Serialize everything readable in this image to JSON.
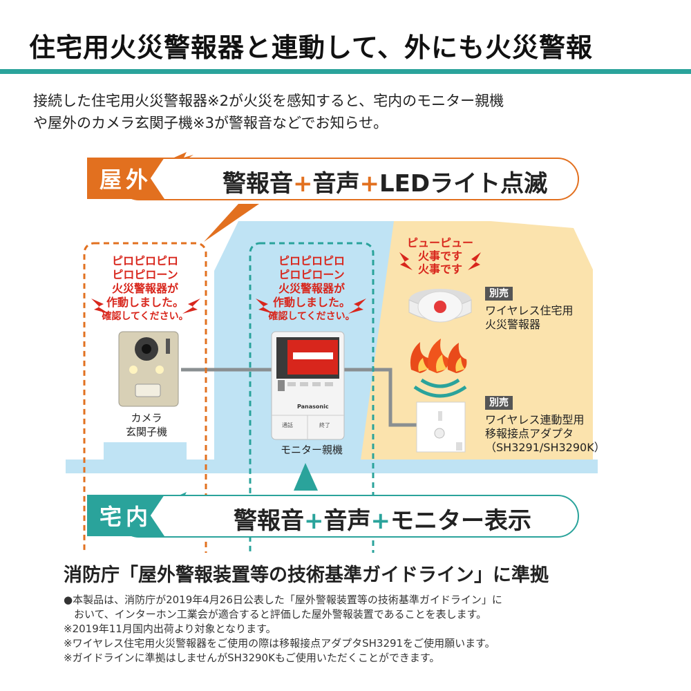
{
  "headline": "住宅用火災警報器と連動して、外にも火災警報",
  "intro": {
    "line1": "接続した住宅用火災警報器※2が火災を感知すると、宅内のモニター親機",
    "line2": "や屋外のカメラ玄関子機※3が警報音などでお知らせ。"
  },
  "outdoor": {
    "tag": "屋外",
    "part1": "警報音",
    "plus": "+",
    "part2": "音声",
    "part3": "LEDライト点滅",
    "color": "#e2701f"
  },
  "indoor": {
    "tag": "宅内",
    "part1": "警報音",
    "plus": "+",
    "part2": "音声",
    "part3": "モニター表示",
    "color": "#2aa39b"
  },
  "camera_callout": {
    "line1": "ピロピロピロ",
    "line2": "ピロピローン",
    "line3": "火災警報器が",
    "line4": "作動しました。",
    "line5": "確認してください。"
  },
  "monitor_callout": {
    "line1": "ピロピロピロ",
    "line2": "ピロピローン",
    "line3": "火災警報器が",
    "line4": "作動しました。",
    "line5": "確認してください。"
  },
  "alarm_sound": {
    "line1": "ピューピュー",
    "line2": "火事です",
    "line3": "火事です"
  },
  "devices": {
    "camera": {
      "line1": "カメラ",
      "line2": "玄関子機"
    },
    "monitor": {
      "label": "モニター親機",
      "brand": "Panasonic",
      "btn_left": "通話",
      "btn_right": "終了"
    },
    "detector": {
      "badge": "別売",
      "line1": "ワイヤレス住宅用",
      "line2": "火災警報器"
    },
    "adapter": {
      "badge": "別売",
      "line1": "ワイヤレス連動型用",
      "line2": "移報接点アダプタ",
      "line3": "（SH3291/SH3290K）"
    }
  },
  "compliance": "消防庁「屋外警報装置等の技術基準ガイドライン」に準拠",
  "notes": {
    "n1a": "●本製品は、消防庁が2019年4月26日公表した「屋外警報装置等の技術基準ガイドライン」に",
    "n1b": "　おいて、インターホン工業会が適合すると評価した屋外警報装置であることを表します。",
    "n2": "※2019年11月国内出荷より対象となります。",
    "n3": "※ワイヤレス住宅用火災警報器をご使用の際は移報接点アダプタSH3291をご使用願います。",
    "n4": "※ガイドラインに準拠はしませんがSH3290Kもご使用いただくことができます。"
  },
  "colors": {
    "accent_orange": "#e2701f",
    "accent_teal": "#2aa39b",
    "alert_red": "#d8261c",
    "house_blue": "#bfe3f4",
    "house_yellow": "#fbe3ad"
  }
}
